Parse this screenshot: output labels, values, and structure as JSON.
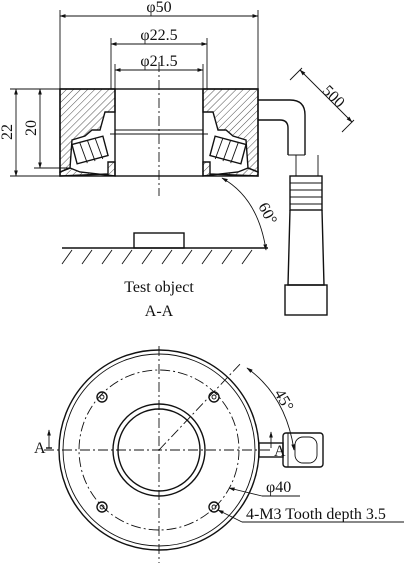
{
  "dimensions": {
    "outer_diameter": "φ50",
    "bore_diameter_1": "φ22.5",
    "bore_diameter_2": "φ21.5",
    "height_total": "22",
    "height_inner": "20",
    "cable_length": "500",
    "cable_angle": "60°",
    "hole_circle_diameter": "φ40",
    "hole_angle": "45°"
  },
  "labels": {
    "test_object": "Test object",
    "section_view": "A-A",
    "section_marker_left": "A",
    "section_marker_right": "A",
    "holes_note": "4-M3 Tooth depth 3.5"
  }
}
